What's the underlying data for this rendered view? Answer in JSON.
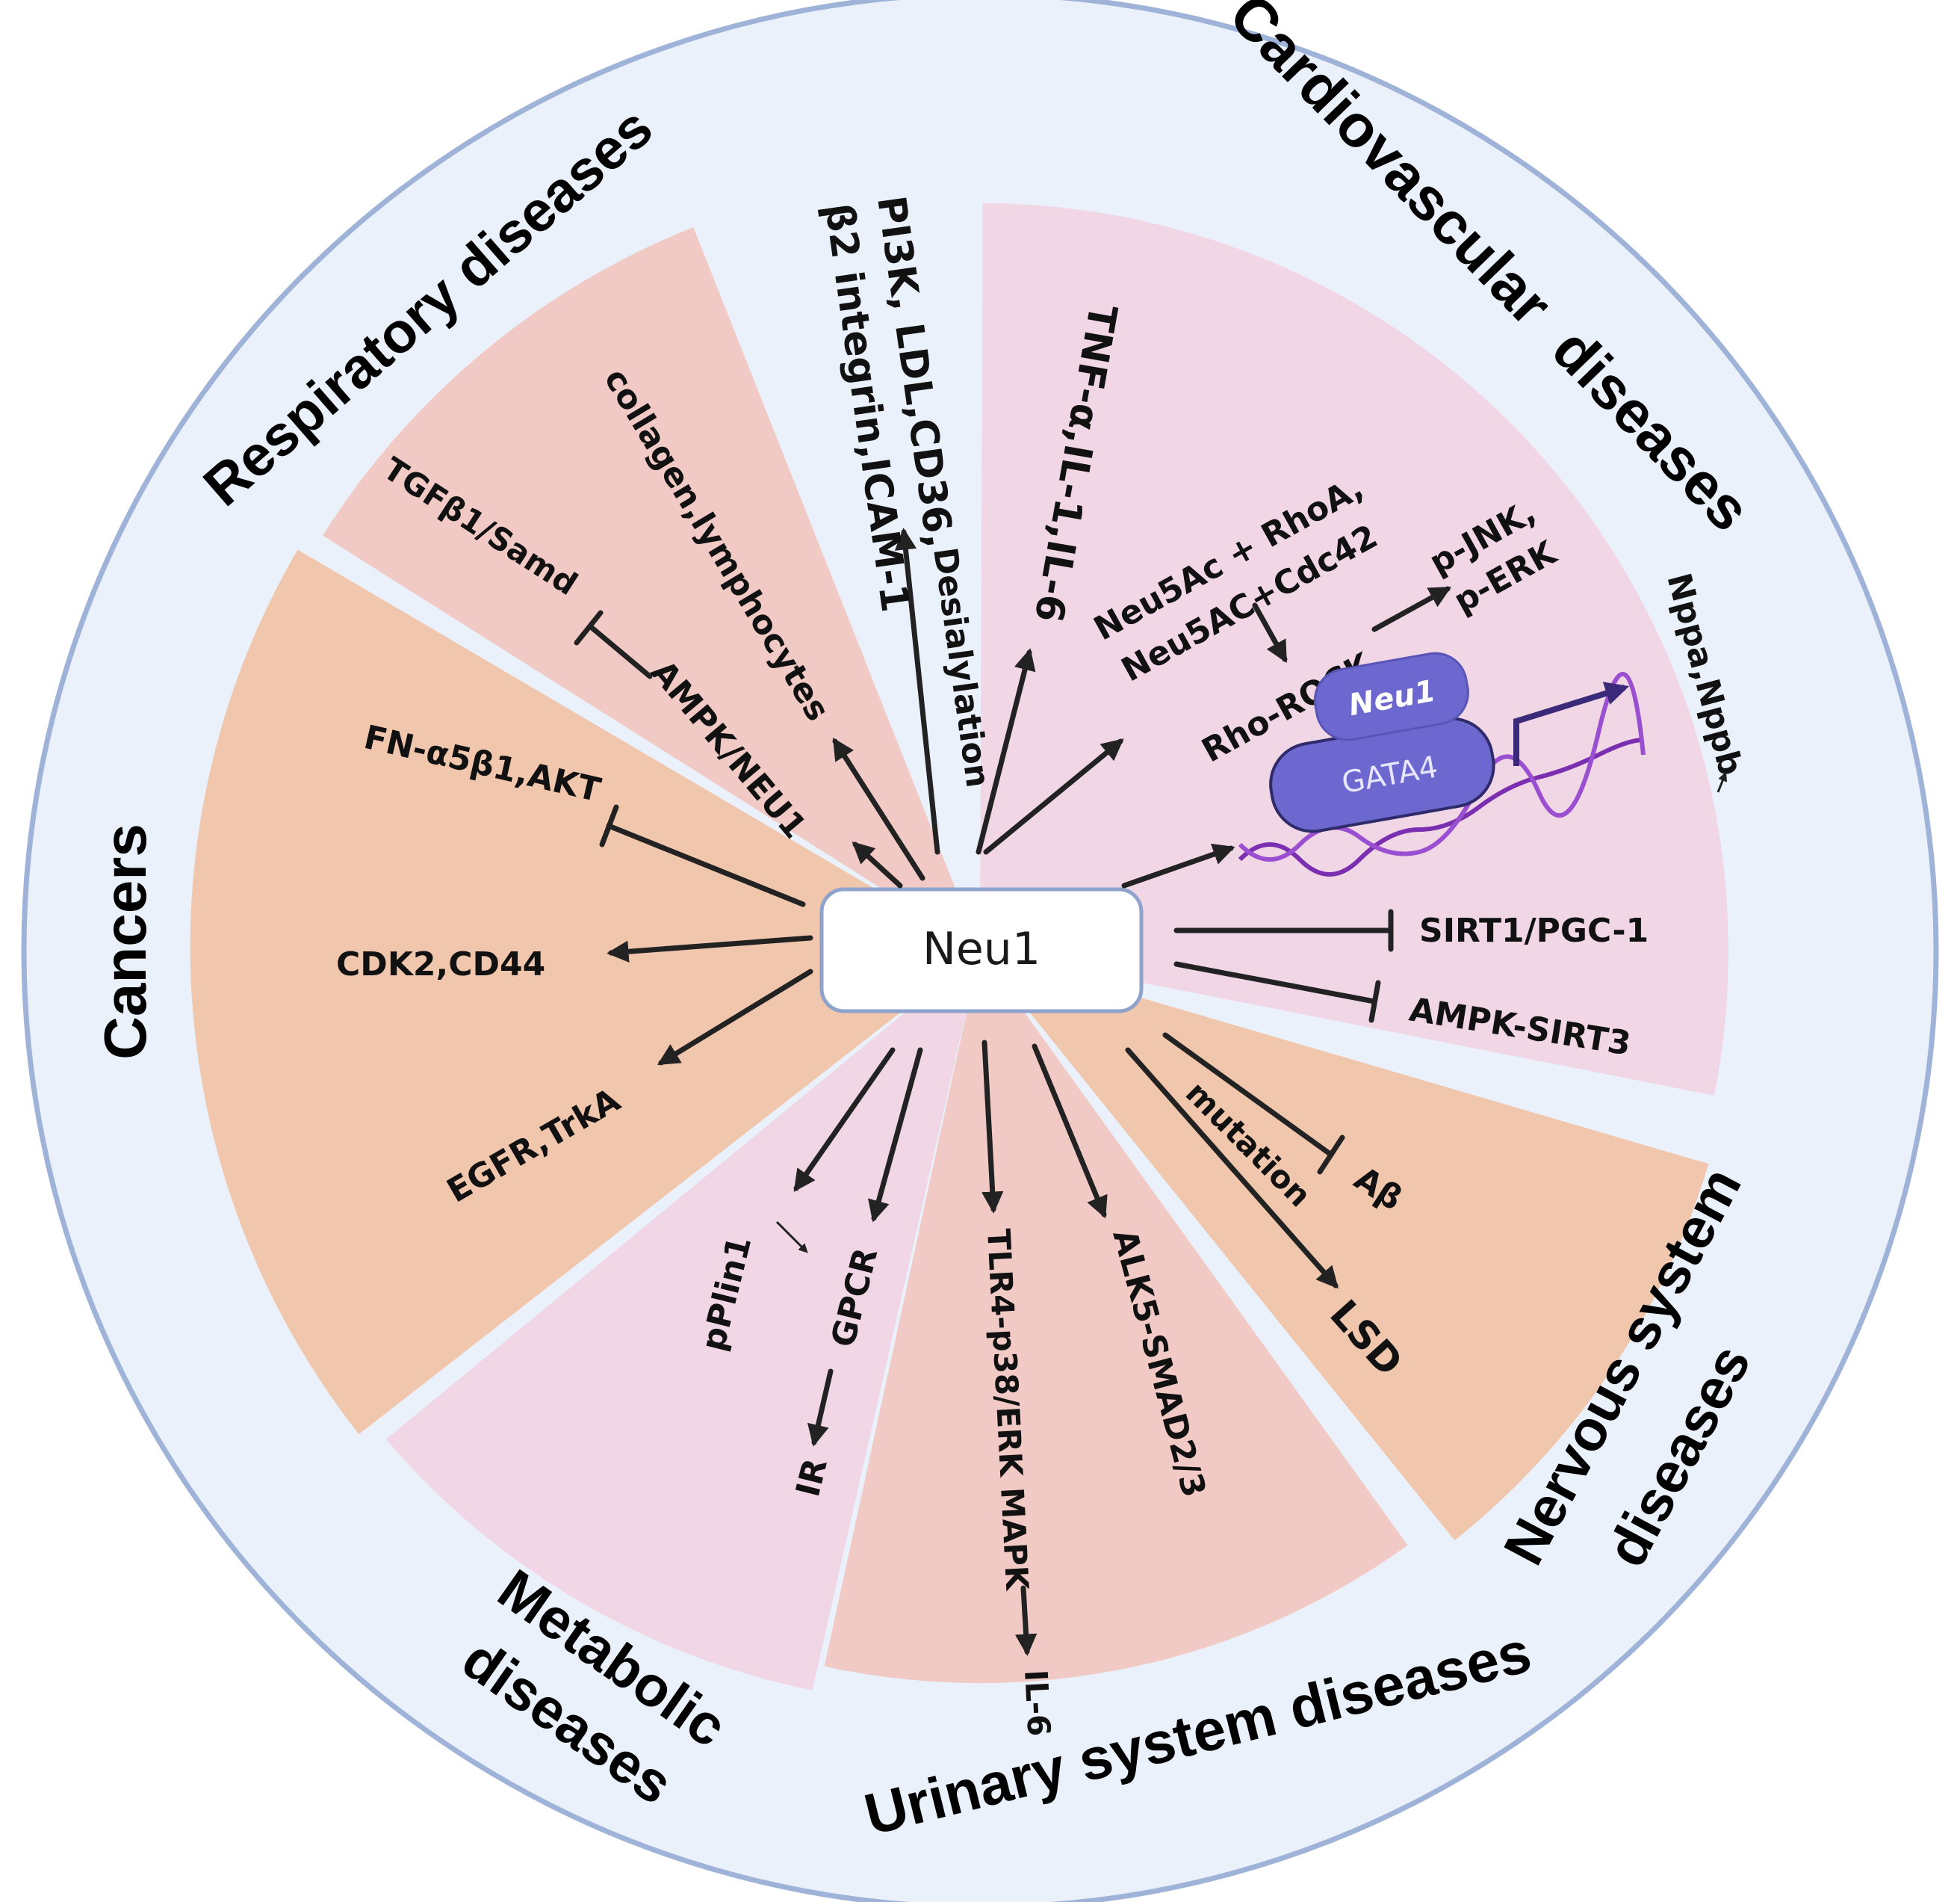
{
  "center": {
    "label": "Neu1"
  },
  "colors": {
    "ring": "#eaf1fb",
    "ring_stroke": "#9fb3d8",
    "pink": "#f1d6e6",
    "salmon": "#f1cac5",
    "orange": "#f0c6ad",
    "protein": "#6c68cf",
    "dna": "#7a2fb0"
  },
  "sectors": {
    "cardiovascular": {
      "label": "Cardiovascular  diseases",
      "texts": {
        "pi3k": "PI3K, LDL,CD36,",
        "b2": "β2 integrin,ICAM-1",
        "desialylation": "Desialylation",
        "tnf": "TNF-α,IL-1,IL-6",
        "neu5ac1": "Neu5Ac + RhoA,",
        "neu5ac2": "Neu5AC+Cdc42",
        "rho": "Rho-ROCK",
        "pjnk1": "p-JNK,",
        "pjnk2": "p-ERK",
        "neu1box": "Neu1",
        "gata4": "GATA4",
        "nppa": "Nppa,Nppb",
        "sirt1": "SIRT1/PGC-1",
        "ampksirt3": "AMPK-SIRT3"
      }
    },
    "respiratory": {
      "label": "Respiratory diseases",
      "texts": {
        "tgf": "TGFβ1/Samd",
        "ampk": "AMPK/NEU1",
        "collagen": "collagen,lymphocytes"
      }
    },
    "cancers": {
      "label": "Cancers",
      "texts": {
        "fn": "FN-α5β1,AKT",
        "cdk": "CDK2,CD44",
        "egfr": "EGFR,TrkA"
      }
    },
    "metabolic": {
      "label1": "Metabolic",
      "label2": "diseases",
      "texts": {
        "pplin": "pPlin1",
        "gpcr": "GPCR",
        "ir": "IR"
      }
    },
    "urinary": {
      "label": "Urinary system diseases",
      "texts": {
        "tlr4": "TLR4-p38/ERK MAPK",
        "il6": "IL-6",
        "alk5": "ALK5-SMAD2/3"
      }
    },
    "nervous": {
      "label1": "Nervous system",
      "label2": "diseases",
      "texts": {
        "mutation": "mutation",
        "abeta": "Aβ",
        "lsd": "LSD"
      }
    }
  }
}
